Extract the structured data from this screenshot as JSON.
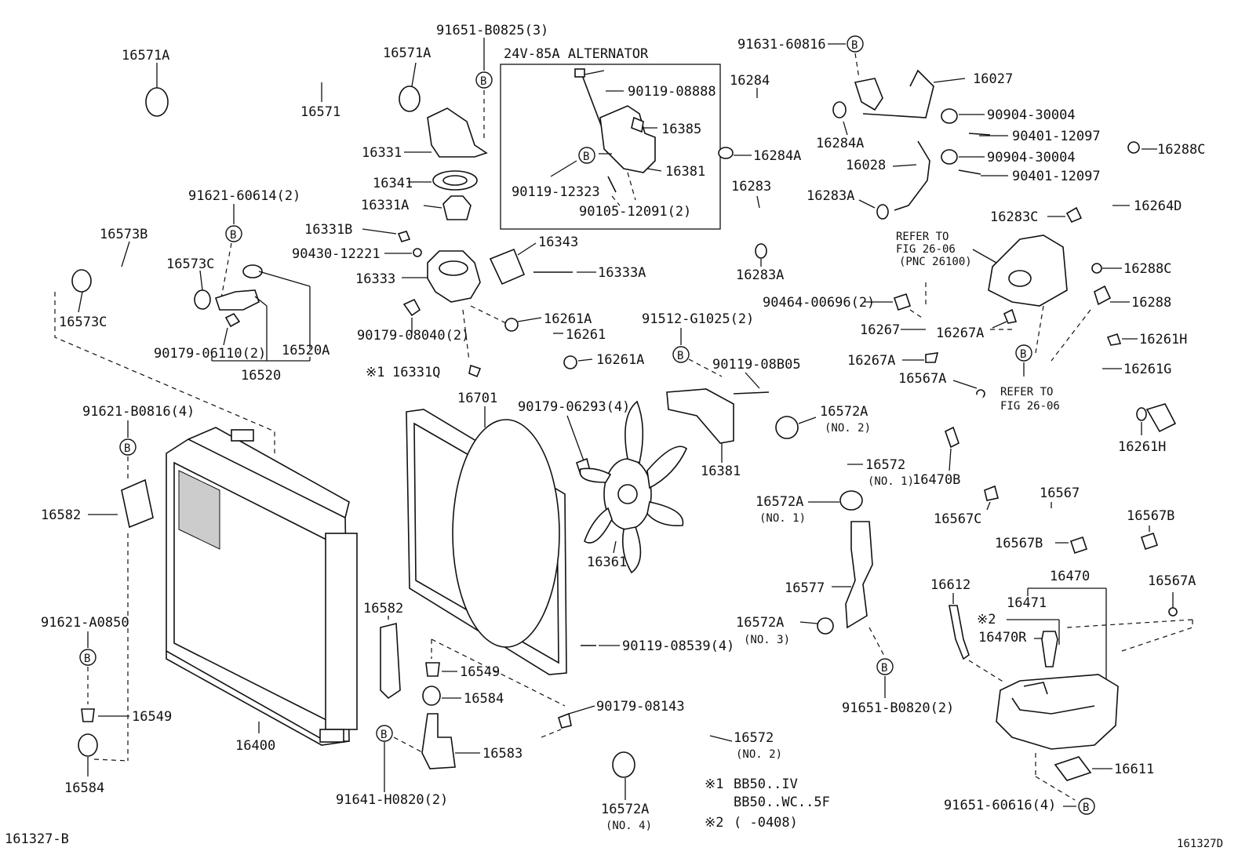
{
  "doc_codes": {
    "left": "161327-B",
    "right": "161327D"
  },
  "ref_mark": "B",
  "alternator_box": {
    "title": "24V-85A ALTERNATOR"
  },
  "notes": {
    "n1_mark": "※1",
    "n1_line1": "BB50..IV",
    "n1_line2": "BB50..WC..5F",
    "n2_mark": "※2",
    "n2_text": "(     -0408)"
  },
  "refer_notes": {
    "r1_line1": "REFER TO",
    "r1_line2": "FIG 26-06",
    "r1_line3": "(PNC 26100)",
    "r2_line1": "REFER TO",
    "r2_line2": "FIG 26-06"
  },
  "labels": {
    "p16571A_l": "16571A",
    "p16571A_r": "16571A",
    "p16571": "16571",
    "p91651B0825": "91651-B0825(3)",
    "p16331": "16331",
    "p16341": "16341",
    "p16331A": "16331A",
    "p16331B": "16331B",
    "p9043012221": "90430-12221",
    "p16333": "16333",
    "p16343": "16343",
    "p16333A": "16333A",
    "p9017908040": "90179-08040(2)",
    "p16261A_t": "16261A",
    "p16261": "16261",
    "p16261A_b": "16261A",
    "p16331Q": "16331Q",
    "p16331Q_mark": "※1",
    "p9011908888": "90119-08888",
    "p16385": "16385",
    "p16381_box": "16381",
    "p9011912323": "90119-12323",
    "p9010512091": "90105-12091(2)",
    "p9162160614": "91621-60614(2)",
    "p16573B": "16573B",
    "p16573C_t": "16573C",
    "p16573C_b": "16573C",
    "p9017906110": "90179-06110(2)",
    "p16520A": "16520A",
    "p16520": "16520",
    "p9163160816": "91631-60816",
    "p16027": "16027",
    "p16284": "16284",
    "p9090430004_a": "90904-30004",
    "p16284A_r": "16284A",
    "p9040112097_a": "90401-12097",
    "p16284A_l": "16284A",
    "p9090430004_b": "90904-30004",
    "p16028": "16028",
    "p9040112097_b": "90401-12097",
    "p16288C_t": "16288C",
    "p16283": "16283",
    "p16283A_r": "16283A",
    "p16264D": "16264D",
    "p16283C": "16283C",
    "p16283A_b": "16283A",
    "p16288C_b": "16288C",
    "p9046400696": "90464-00696(2)",
    "p16288": "16288",
    "p16267": "16267",
    "p16267A_r": "16267A",
    "p16267A_l": "16267A",
    "p16261H_t": "16261H",
    "p16261G": "16261G",
    "p16567A_t": "16567A",
    "p16261H_b": "16261H",
    "p9162108816": "91621-B0816(4)",
    "p16701": "16701",
    "p9017906293": "90179-06293(4)",
    "p9151261025": "91512-G1025(2)",
    "p9011908805": "90119-08B05",
    "p16572A_no2": "16572A",
    "p16572A_no2_s": "(NO. 2)",
    "p16572_no1": "16572",
    "p16572_no1_s": "(NO. 1)",
    "p16381": "16381",
    "p16572A_no1": "16572A",
    "p16572A_no1_s": "(NO. 1)",
    "p16582_l": "16582",
    "p16361": "16361",
    "p16577": "16577",
    "p16572A_no3": "16572A",
    "p16572A_no3_s": "(NO. 3)",
    "p16582_c": "16582",
    "p9011908539": "90119-08539(4)",
    "p91621A0850": "91621-A0850",
    "p16549_c": "16549",
    "p16549_l": "16549",
    "p16584_c": "16584",
    "p16400": "16400",
    "p9017908143": "90179-08143",
    "p16583": "16583",
    "p16584_l": "16584",
    "p91641H0820": "91641-H0820(2)",
    "p16572_no2": "16572",
    "p16572_no2_s": "(NO. 2)",
    "p91651B0820": "91651-B0820(2)",
    "p16572A_no4": "16572A",
    "p16572A_no4_s": "(NO. 4)",
    "p16470B": "16470B",
    "p16567": "16567",
    "p16567C": "16567C",
    "p16567B_r": "16567B",
    "p16567B_l": "16567B",
    "p16612": "16612",
    "p16470": "16470",
    "p16471": "16471",
    "p16567A_b": "16567A",
    "p16470R": "16470R",
    "p16470R_mark": "※2",
    "p16611": "16611",
    "p9165160616": "91651-60616(4)"
  }
}
